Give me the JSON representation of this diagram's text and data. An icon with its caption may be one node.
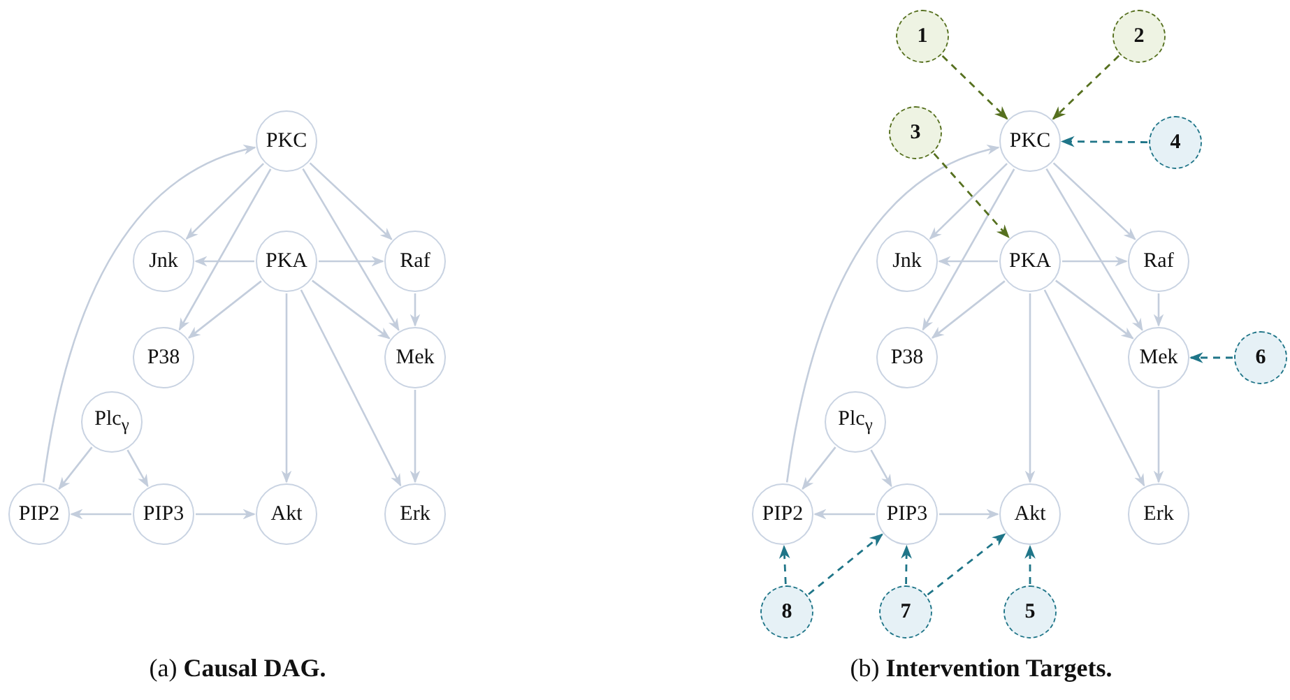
{
  "diagram": {
    "nodes": [
      {
        "text": [
          "PKC"
        ]
      },
      {
        "text": [
          "Jnk"
        ]
      },
      {
        "text": [
          "PKA"
        ]
      },
      {
        "text": [
          "Raf"
        ]
      },
      {
        "text": [
          "P38"
        ]
      },
      {
        "text": [
          "Mek"
        ]
      },
      {
        "text": [
          "Plc$_{γ}$"
        ]
      },
      {
        "text": [
          "PIP2"
        ]
      },
      {
        "text": [
          "PIP3"
        ]
      },
      {
        "text": [
          "Akt"
        ]
      },
      {
        "text": [
          "Erk"
        ]
      },
      {
        "text": [
          "PKC"
        ]
      },
      {
        "text": [
          "Jnk"
        ]
      },
      {
        "text": [
          "PKA"
        ]
      },
      {
        "text": [
          "Raf"
        ]
      },
      {
        "text": [
          "P38"
        ]
      },
      {
        "text": [
          "Mek"
        ]
      },
      {
        "text": [
          "Plc$_{γ}$"
        ]
      },
      {
        "text": [
          "PIP2"
        ]
      },
      {
        "text": [
          "PIP3"
        ]
      },
      {
        "text": [
          "Akt"
        ]
      },
      {
        "text": [
          "Erk"
        ]
      },
      {
        "text": [
          "1"
        ]
      },
      {
        "text": [
          "2"
        ]
      },
      {
        "text": [
          "3"
        ]
      },
      {
        "text": [
          "4"
        ]
      },
      {
        "text": [
          "6"
        ]
      },
      {
        "text": [
          "8"
        ]
      },
      {
        "text": [
          "7"
        ]
      },
      {
        "text": [
          "5"
        ]
      }
    ],
    "edges": [
      {
        "from": 0,
        "to": 1,
        "arrow": "to"
      },
      {
        "from": 0,
        "to": 4,
        "arrow": "to"
      },
      {
        "from": 0,
        "to": 5,
        "arrow": "to"
      },
      {
        "from": 0,
        "to": 3,
        "arrow": "to"
      },
      {
        "from": 2,
        "to": 1,
        "arrow": "to"
      },
      {
        "from": 2,
        "to": 3,
        "arrow": "to"
      },
      {
        "from": 2,
        "to": 4,
        "arrow": "to"
      },
      {
        "from": 2,
        "to": 5,
        "arrow": "to"
      },
      {
        "from": 2,
        "to": 9,
        "arrow": "to"
      },
      {
        "from": 2,
        "to": 10,
        "arrow": "to"
      },
      {
        "from": 3,
        "to": 5,
        "arrow": "to"
      },
      {
        "from": 5,
        "to": 10,
        "arrow": "to"
      },
      {
        "from": 6,
        "to": 7,
        "arrow": "to"
      },
      {
        "from": 6,
        "to": 8,
        "arrow": "to"
      },
      {
        "from": 8,
        "to": 7,
        "arrow": "to"
      },
      {
        "from": 8,
        "to": 9,
        "arrow": "to"
      },
      {
        "from": 7,
        "to": 0,
        "arrow": "to"
      },
      {
        "from": 11,
        "to": 12,
        "arrow": "to"
      },
      {
        "from": 11,
        "to": 15,
        "arrow": "to"
      },
      {
        "from": 11,
        "to": 16,
        "arrow": "to"
      },
      {
        "from": 11,
        "to": 14,
        "arrow": "to"
      },
      {
        "from": 13,
        "to": 12,
        "arrow": "to"
      },
      {
        "from": 13,
        "to": 14,
        "arrow": "to"
      },
      {
        "from": 13,
        "to": 15,
        "arrow": "to"
      },
      {
        "from": 13,
        "to": 16,
        "arrow": "to"
      },
      {
        "from": 13,
        "to": 20,
        "arrow": "to"
      },
      {
        "from": 13,
        "to": 21,
        "arrow": "to"
      },
      {
        "from": 14,
        "to": 16,
        "arrow": "to"
      },
      {
        "from": 16,
        "to": 21,
        "arrow": "to"
      },
      {
        "from": 17,
        "to": 18,
        "arrow": "to"
      },
      {
        "from": 17,
        "to": 19,
        "arrow": "to"
      },
      {
        "from": 19,
        "to": 18,
        "arrow": "to"
      },
      {
        "from": 19,
        "to": 20,
        "arrow": "to"
      },
      {
        "from": 18,
        "to": 11,
        "arrow": "to"
      },
      {
        "from": 22,
        "to": 11,
        "arrow": "to",
        "style": "dashed",
        "color": "#56701f"
      },
      {
        "from": 23,
        "to": 11,
        "arrow": "to",
        "style": "dashed",
        "color": "#56701f"
      },
      {
        "from": 24,
        "to": 13,
        "arrow": "to",
        "style": "dashed",
        "color": "#56701f"
      },
      {
        "from": 25,
        "to": 11,
        "arrow": "to",
        "style": "dashed",
        "color": "#1f7588"
      },
      {
        "from": 26,
        "to": 16,
        "arrow": "to",
        "style": "dashed",
        "color": "#1f7588"
      },
      {
        "from": 27,
        "to": 18,
        "arrow": "to",
        "style": "dashed",
        "color": "#1f7588"
      },
      {
        "from": 27,
        "to": 19,
        "arrow": "to",
        "style": "dashed",
        "color": "#1f7588"
      },
      {
        "from": 28,
        "to": 19,
        "arrow": "to",
        "style": "dashed",
        "color": "#1f7588"
      },
      {
        "from": 28,
        "to": 20,
        "arrow": "to",
        "style": "dashed",
        "color": "#1f7588"
      },
      {
        "from": 29,
        "to": 20,
        "arrow": "to",
        "style": "dashed",
        "color": "#1f7588"
      }
    ],
    "labels": [
      "(a) **Causal DAG.**",
      "(b) **Intervention Targets.**"
    ]
  }
}
